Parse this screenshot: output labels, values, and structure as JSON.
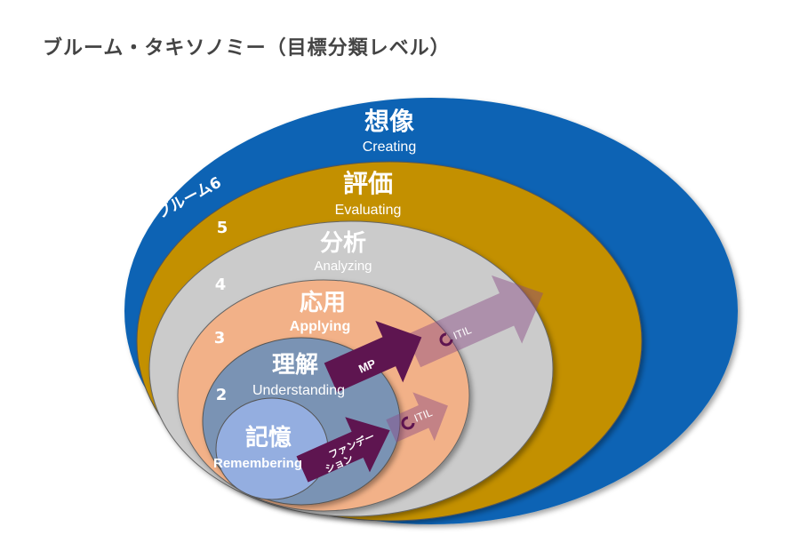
{
  "title": "ブルーム・タキソノミー（目標分類レベル）",
  "levels": [
    {
      "number": "ブルーム6",
      "jp": "想像",
      "en": "Creating",
      "color": "#0a64b4"
    },
    {
      "number": "5",
      "jp": "評価",
      "en": "Evaluating",
      "color": "#c39000"
    },
    {
      "number": "4",
      "jp": "分析",
      "en": "Analyzing",
      "color": "#cbcbcb"
    },
    {
      "number": "3",
      "jp": "応用",
      "en": "Applying",
      "color": "#f2b188"
    },
    {
      "number": "2",
      "jp": "理解",
      "en": "Understanding",
      "color": "#7a93b4"
    },
    {
      "number": "",
      "jp": "記憶",
      "en": "Remembering",
      "color": "#94aee0"
    }
  ],
  "arrows": {
    "mp": "MP",
    "foundation_line1": "ファンデー",
    "foundation_line2": "ション",
    "itil_upper": "ITIL",
    "itil_lower": "ITIL",
    "color": "#5e1550"
  }
}
